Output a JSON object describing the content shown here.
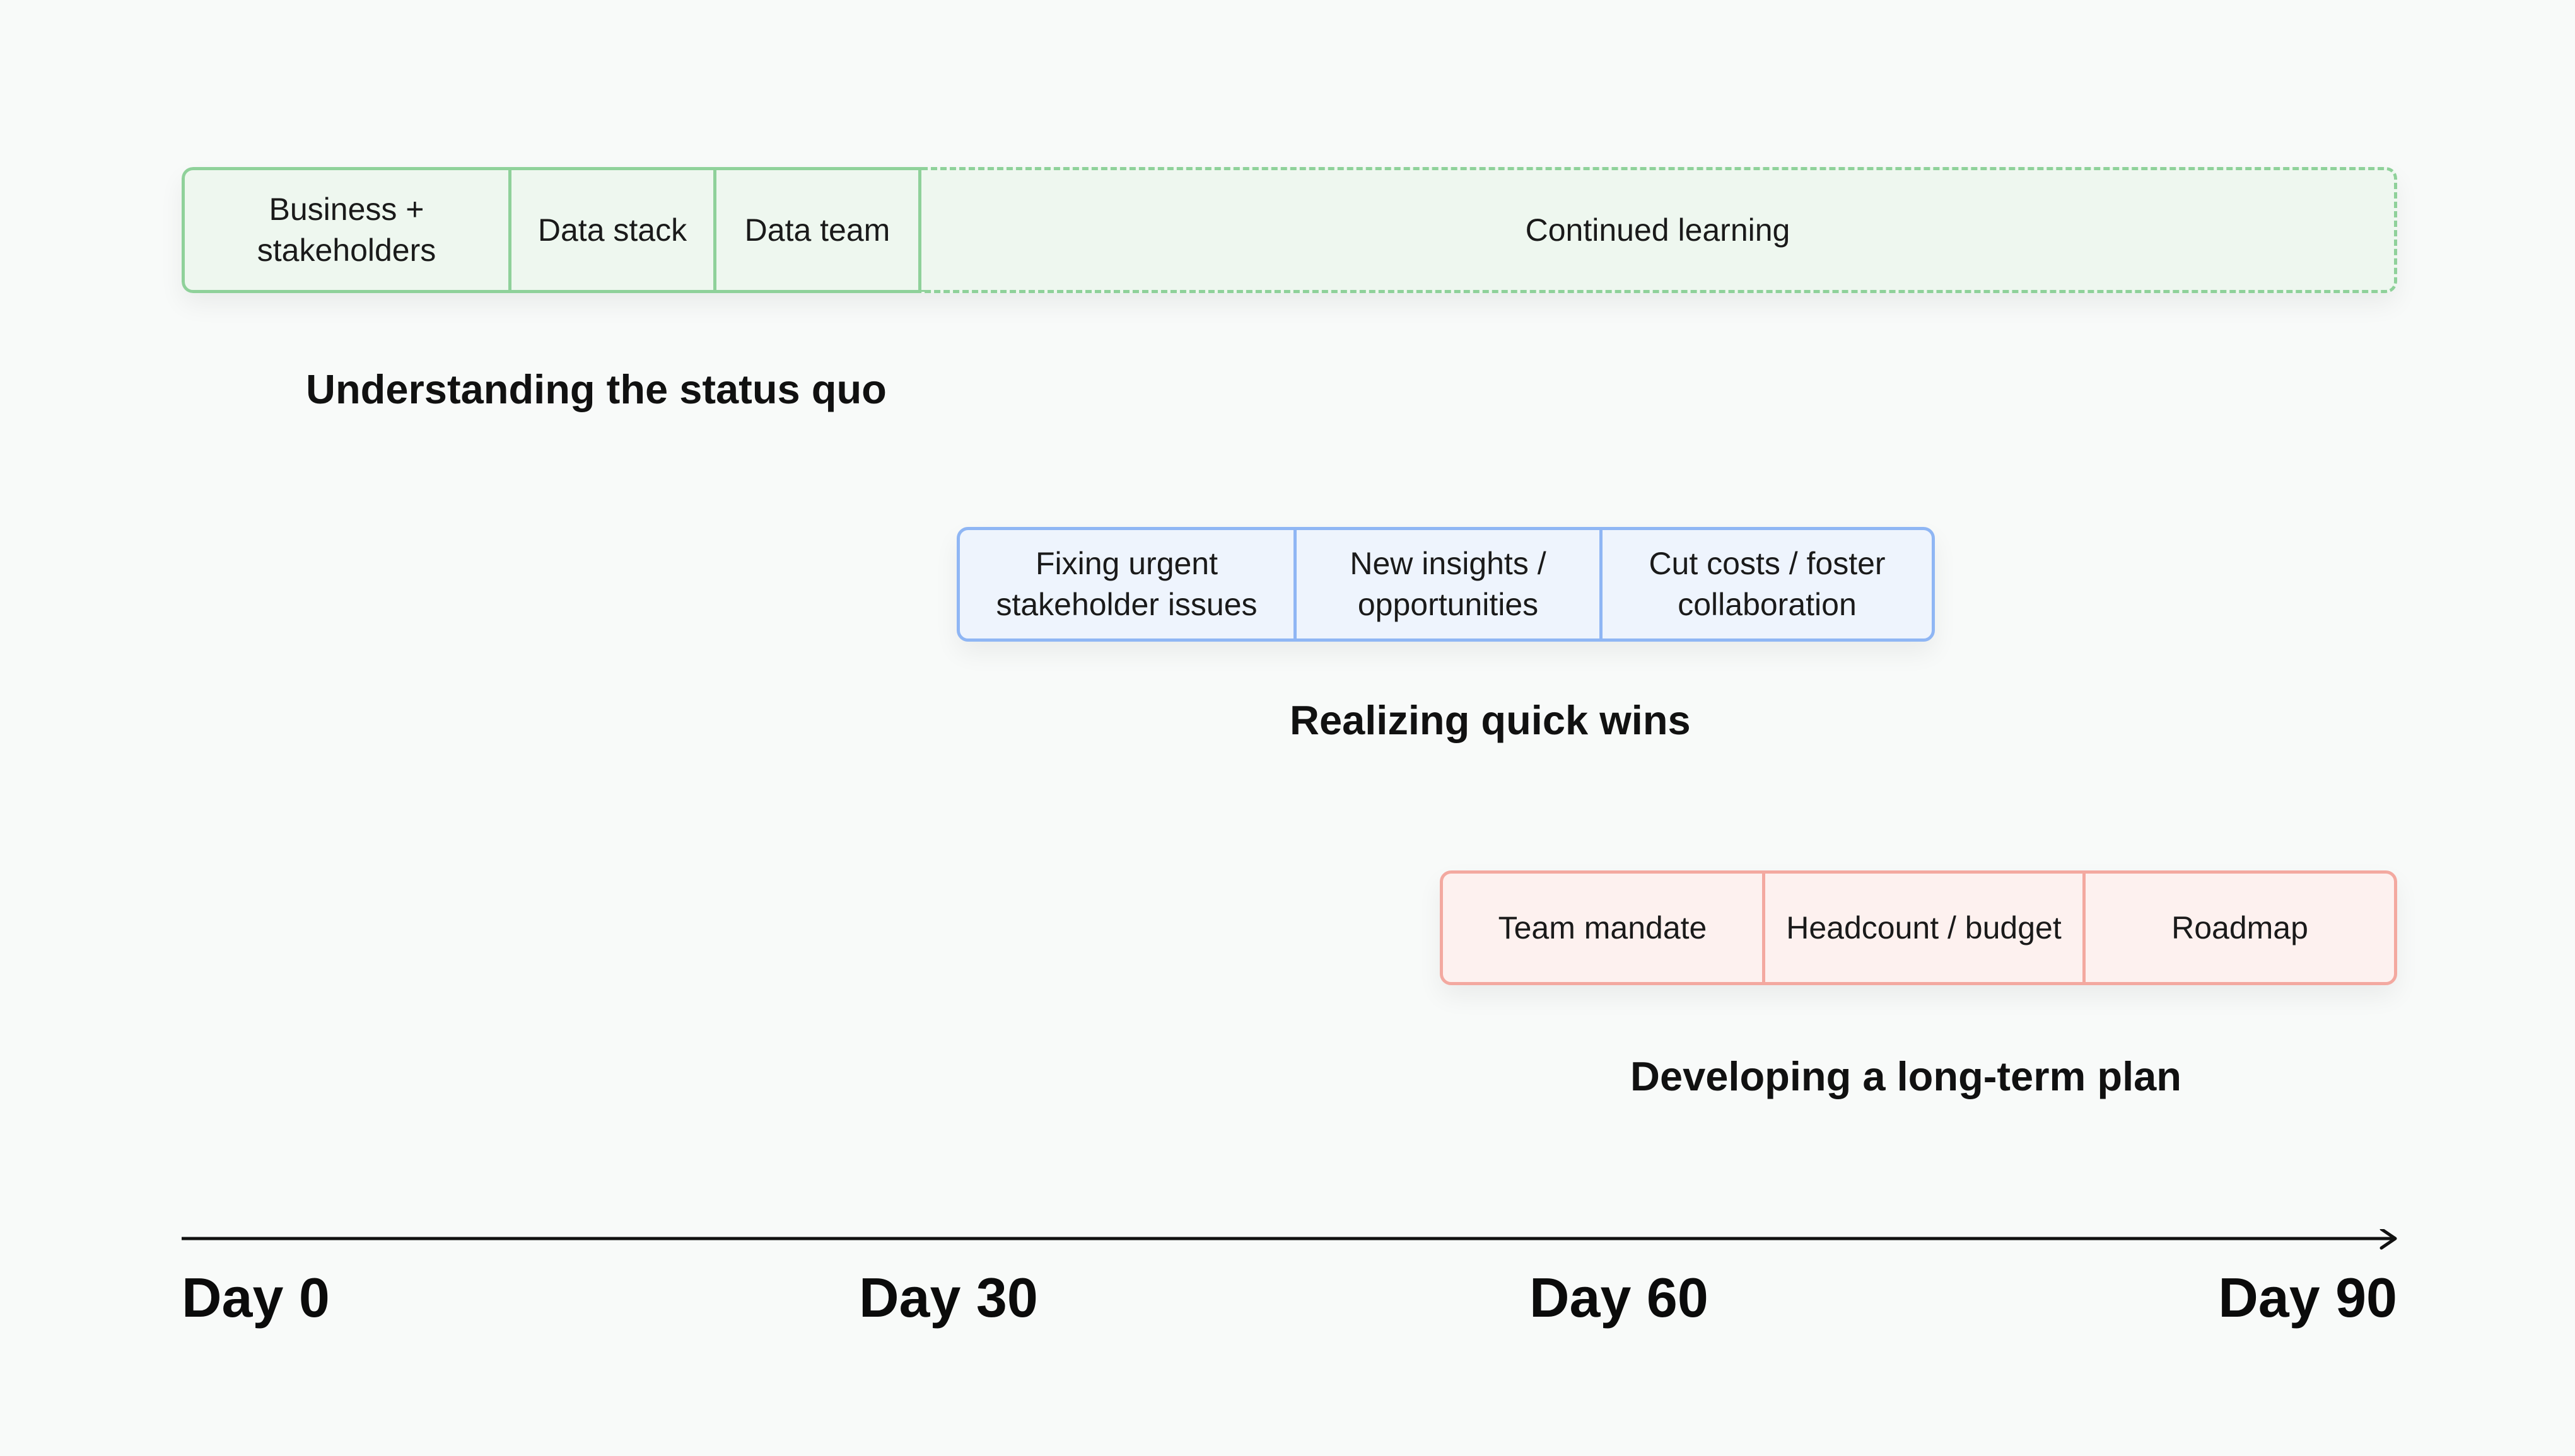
{
  "phases": [
    {
      "title": "Understanding the status quo",
      "items": [
        "Business + stakeholders",
        "Data stack",
        "Data team",
        "Continued learning"
      ],
      "color": "#8fd19a"
    },
    {
      "title": "Realizing quick wins",
      "items": [
        "Fixing urgent stakeholder issues",
        "New insights / opportunities",
        "Cut costs / foster collaboration"
      ],
      "color": "#8fb6f4"
    },
    {
      "title": "Developing a long-term plan",
      "items": [
        "Team mandate",
        "Headcount / budget",
        "Roadmap"
      ],
      "color": "#f3a9a0"
    }
  ],
  "timeline": {
    "ticks": [
      "Day 0",
      "Day 30",
      "Day 60",
      "Day 90"
    ]
  }
}
